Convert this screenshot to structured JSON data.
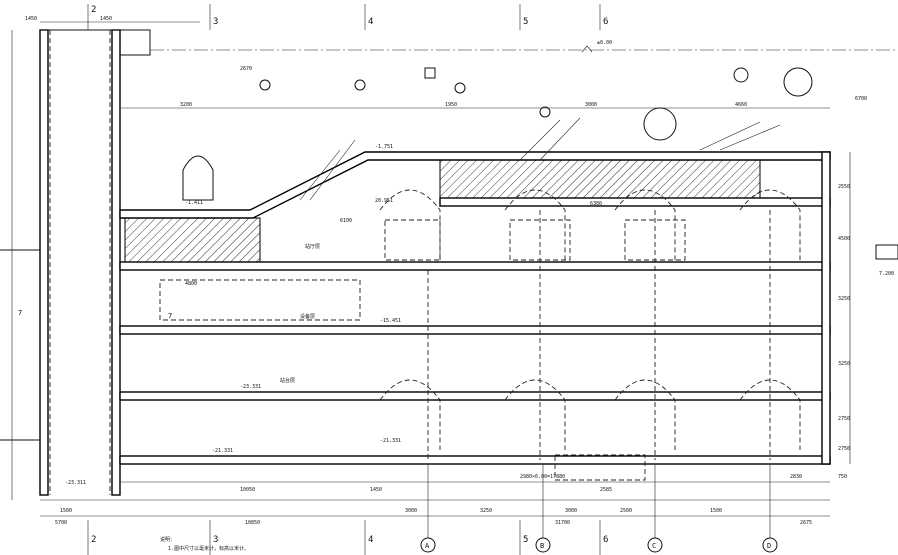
{
  "grid_top": [
    "2",
    "3",
    "4",
    "5",
    "6"
  ],
  "grid_bottom": [
    "2",
    "3",
    "4",
    "5",
    "6"
  ],
  "axis_bubbles": [
    "A",
    "B",
    "C",
    "D"
  ],
  "dims_top": [
    "1450",
    "1450",
    "2670",
    "3200",
    "1950",
    "3000",
    "4660",
    "6700"
  ],
  "dims_bottom_row1": [
    "10050",
    "1450",
    "2980×6.00=17880",
    "2585",
    "2830",
    "750"
  ],
  "dims_bottom_row2": [
    "1500",
    "3000",
    "3250",
    "3000",
    "2500",
    "1500"
  ],
  "dims_bottom_row3": [
    "5700",
    "10850",
    "31700",
    "2675"
  ],
  "dims_mid": [
    "4800",
    "6100",
    "6380"
  ],
  "dims_right": [
    "2550",
    "4500",
    "3250",
    "3250",
    "2750",
    "2750"
  ],
  "elevations": [
    "±0.00",
    "-1.751",
    "-1.411",
    "20.951",
    "-15.451",
    "-23.331",
    "-21.331",
    "-21.331",
    "-23.311"
  ],
  "level_names": [
    "站厅层",
    "设备层",
    "站台层"
  ],
  "notes": [
    "说明：",
    "1.图中尺寸以毫米计，标高以米计。"
  ],
  "section_marks": [
    "7",
    "7"
  ],
  "right_tags": [
    "7.200"
  ],
  "colors": {
    "line": "#111111",
    "paper": "#ffffff"
  }
}
